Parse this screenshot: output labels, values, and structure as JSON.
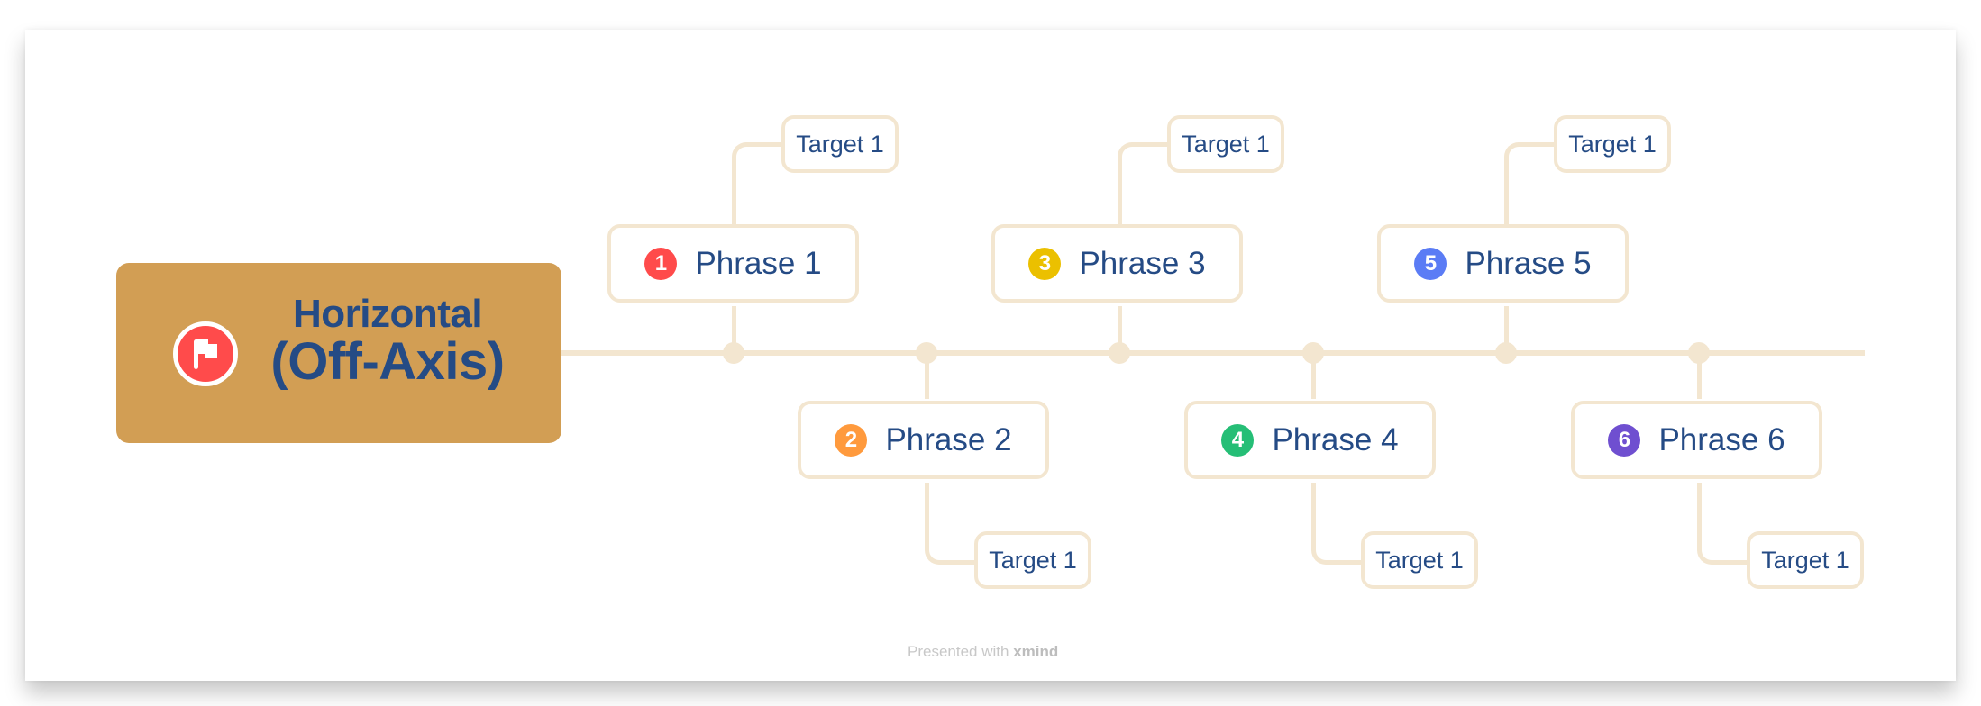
{
  "central_topic": {
    "line1": "Horizontal",
    "line2": "(Off-Axis)",
    "icon": "flag-icon",
    "background_color": "#D29E54",
    "icon_color": "#FF4B4B",
    "text_color": "#254B85"
  },
  "phrases": [
    {
      "label": "Phrase 1",
      "number": "1",
      "badge_color": "#FF4B4B",
      "position": "above",
      "target": "Target 1"
    },
    {
      "label": "Phrase 2",
      "number": "2",
      "badge_color": "#FF9A3D",
      "position": "below",
      "target": "Target 1"
    },
    {
      "label": "Phrase 3",
      "number": "3",
      "badge_color": "#EBC000",
      "position": "above",
      "target": "Target 1"
    },
    {
      "label": "Phrase 4",
      "number": "4",
      "badge_color": "#25BE76",
      "position": "below",
      "target": "Target 1"
    },
    {
      "label": "Phrase 5",
      "number": "5",
      "badge_color": "#5B7CF5",
      "position": "above",
      "target": "Target 1"
    },
    {
      "label": "Phrase 6",
      "number": "6",
      "badge_color": "#6F4FD0",
      "position": "below",
      "target": "Target 1"
    }
  ],
  "connector_color": "#F3E6D0",
  "footer": {
    "prefix": "Presented with ",
    "brand": "xmind"
  }
}
